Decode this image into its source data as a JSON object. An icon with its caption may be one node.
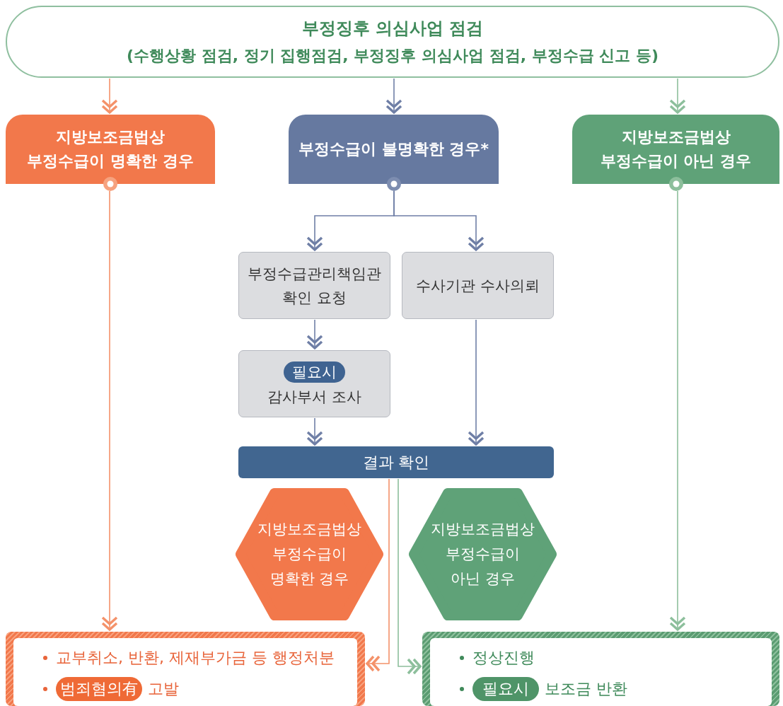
{
  "diagram": {
    "nodes": [
      {
        "text": [
          "부정징후 의심사업 점검",
          "(수행상황 점검, 정기 집행점검, 부정징후 의심사업 점검, 부정수급 신고 등)"
        ]
      },
      {
        "text": [
          "지방보조금법상 부정수급이 명확한 경우"
        ]
      },
      {
        "text": [
          "부정수급이 불명확한 경우*"
        ]
      },
      {
        "text": [
          "지방보조금법상 부정수급이 아닌 경우"
        ]
      },
      {
        "text": [
          "부정수급관리책임관 확인 요청"
        ]
      },
      {
        "text": [
          "수사기관 수사의뢰"
        ]
      },
      {
        "text": [
          "필요시",
          "감사부서 조사"
        ]
      },
      {
        "text": [
          "결과 확인"
        ]
      },
      {
        "text": [
          "지방보조금법상 부정수급이 명확한 경우"
        ]
      },
      {
        "text": [
          "지방보조금법상 부정수급이 아닌 경우"
        ]
      },
      {
        "text": [
          "교부취소, 반환, 제재부가금 등 행정처분",
          "범죄혐의有",
          "고발"
        ]
      },
      {
        "text": [
          "정상진행",
          "필요시",
          "보조금 반환"
        ]
      }
    ],
    "edges": [
      {
        "from": 0,
        "to": 1,
        "arrow": "to",
        "color": "#f4926a"
      },
      {
        "from": 0,
        "to": 2,
        "arrow": "to"
      },
      {
        "from": 0,
        "to": 3,
        "arrow": "to",
        "color": "#8dbf9c"
      },
      {
        "from": 1,
        "to": 10,
        "arrow": "to",
        "color": "#f4926a"
      },
      {
        "from": 2,
        "to": 4,
        "arrow": "to"
      },
      {
        "from": 2,
        "to": 5,
        "arrow": "to"
      },
      {
        "from": 4,
        "to": 6,
        "arrow": "to"
      },
      {
        "from": 6,
        "to": 7,
        "arrow": "to"
      },
      {
        "from": 5,
        "to": 7,
        "arrow": "to"
      },
      {
        "from": 7,
        "to": 10,
        "arrow": "to",
        "color": "#f4926a"
      },
      {
        "from": 7,
        "to": 11,
        "arrow": "to",
        "color": "#8dbf9c"
      },
      {
        "from": 3,
        "to": 11,
        "arrow": "to",
        "color": "#8dbf9c"
      }
    ]
  }
}
